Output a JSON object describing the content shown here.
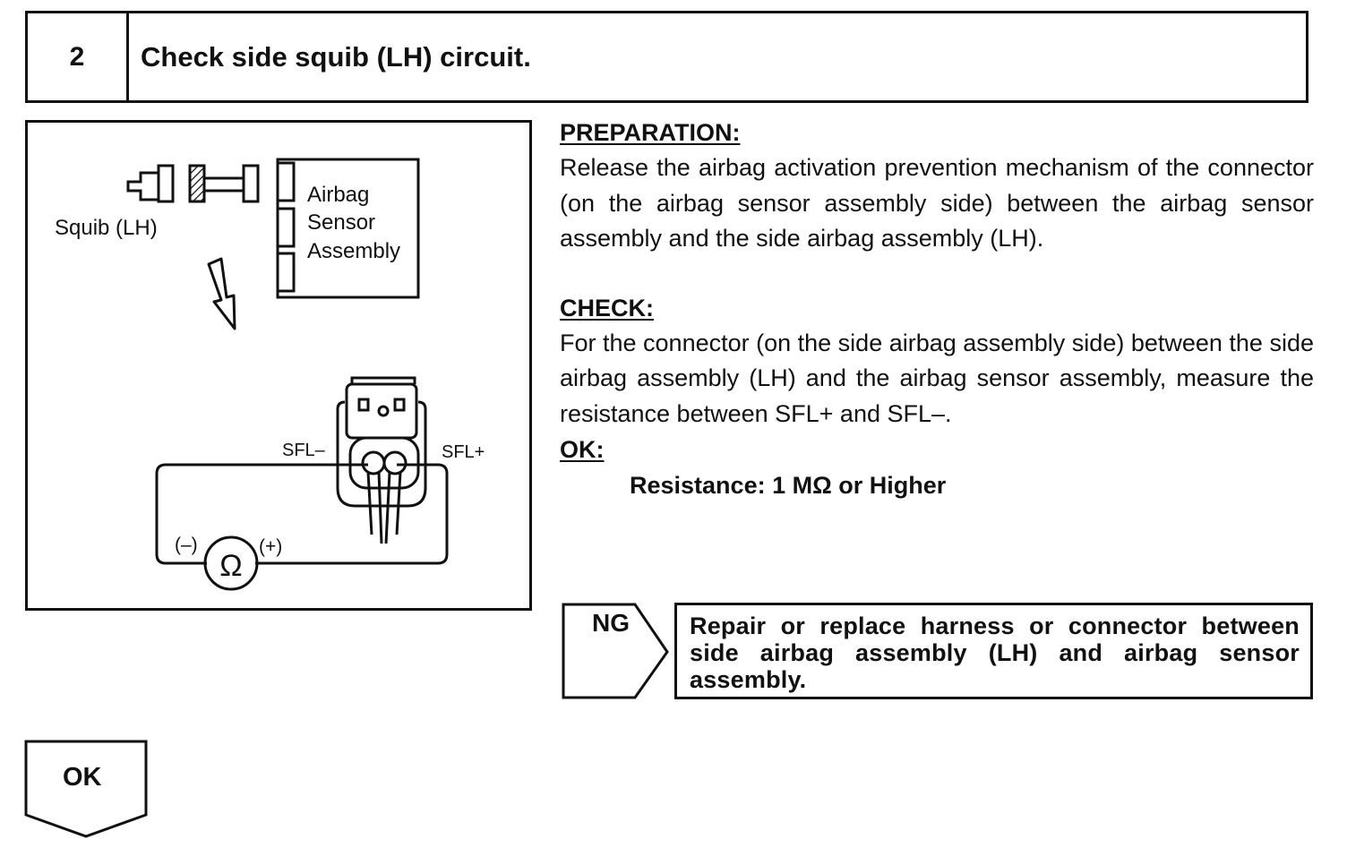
{
  "step": {
    "number": "2",
    "title": "Check side squib (LH) circuit."
  },
  "figure": {
    "squib_label": "Squib (LH)",
    "sensor_label_line1": "Airbag",
    "sensor_label_line2": "Sensor",
    "sensor_label_line3": "Assembly",
    "terminal_minus": "SFL–",
    "terminal_plus": "SFL+",
    "meter_minus": "(–)",
    "meter_plus": "(+)",
    "meter_symbol": "Ω"
  },
  "preparation": {
    "heading": "PREPARATION:",
    "text": "Release the airbag activation prevention mechanism of the connector (on the airbag sensor assembly side) between the airbag sensor assembly and the side airbag assembly (LH)."
  },
  "check": {
    "heading": "CHECK:",
    "text": "For the connector (on the side airbag assembly side) between the side airbag assembly (LH) and the airbag sensor assembly, measure the resistance between SFL+ and SFL–."
  },
  "ok_spec": {
    "heading": "OK:",
    "text": "Resistance: 1 MΩ or Higher"
  },
  "ng_branch": {
    "label": "NG",
    "action": "Repair or replace harness or connector between side airbag assembly (LH) and airbag sensor assembly."
  },
  "ok_branch": {
    "label": "OK"
  }
}
